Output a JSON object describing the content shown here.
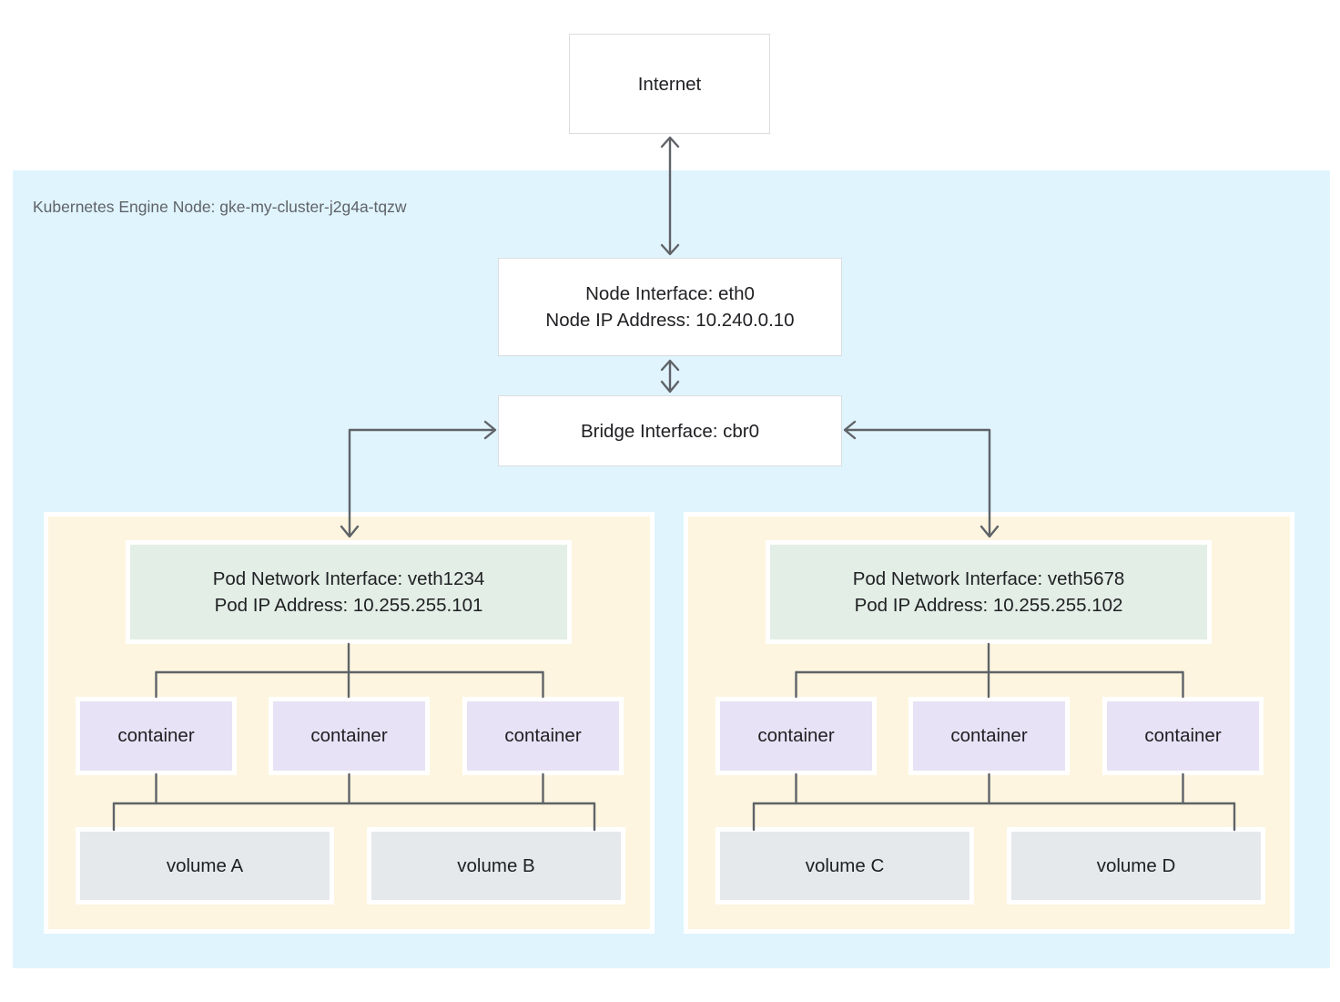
{
  "diagram": {
    "internet": {
      "label": "Internet"
    },
    "cluster": {
      "title": "Kubernetes Engine Node: gke-my-cluster-j2g4a-tqzw",
      "node_interface": {
        "line1": "Node Interface: eth0",
        "line2": "Node IP Address: 10.240.0.10"
      },
      "bridge_interface": {
        "label": "Bridge Interface: cbr0"
      },
      "pods": [
        {
          "interface": {
            "line1": "Pod Network Interface: veth1234",
            "line2": "Pod IP Address: 10.255.255.101"
          },
          "containers": [
            "container",
            "container",
            "container"
          ],
          "volumes": [
            "volume A",
            "volume B"
          ]
        },
        {
          "interface": {
            "line1": "Pod Network Interface: veth5678",
            "line2": "Pod IP Address: 10.255.255.102"
          },
          "containers": [
            "container",
            "container",
            "container"
          ],
          "volumes": [
            "volume C",
            "volume D"
          ]
        }
      ]
    },
    "colors": {
      "cluster_bg": "#E0F4FD",
      "pod_bg": "#FDF5DF",
      "pod_interface_bg": "#E3EEE7",
      "container_bg": "#E7E2F5",
      "volume_bg": "#E5E9EC",
      "white_box_border": "#DADCE0",
      "connector": "#5F6368",
      "cluster_title_text": "#5F6368",
      "box_text": "#202124"
    }
  }
}
